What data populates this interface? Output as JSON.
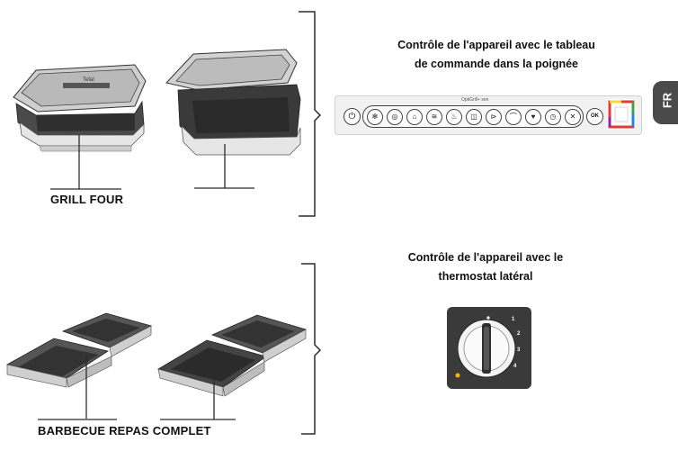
{
  "panel_title": [
    "Contrôle de l'appareil avec le tableau",
    "de commande dans la poignée"
  ],
  "thermostat_title": [
    "Contrôle de l'appareil avec le",
    "thermostat latéral"
  ],
  "language_tab": "FR",
  "top_caption": "GRILL FOUR",
  "bottom_caption": "BARBECUE REPAS COMPLET",
  "panel": {
    "header": "OptiGrill+ sen",
    "power_symbol": "⏻",
    "ok_label": "OK",
    "program_icons": [
      "✻",
      "◎",
      "⌂",
      "≋",
      "♨",
      "◫",
      "⊳",
      "⌒",
      "♥",
      "◷",
      "✕"
    ]
  },
  "knob": {
    "marks": [
      "1",
      "2",
      "3",
      "4"
    ]
  },
  "colors": {
    "line": "#2b2b2b",
    "tab": "#4a4a4a",
    "knob_plate": "#3a3a3a",
    "gauge_colors": [
      "#e53935",
      "#fdd835",
      "#43a047",
      "#1e88e5",
      "#8e24aa"
    ]
  }
}
